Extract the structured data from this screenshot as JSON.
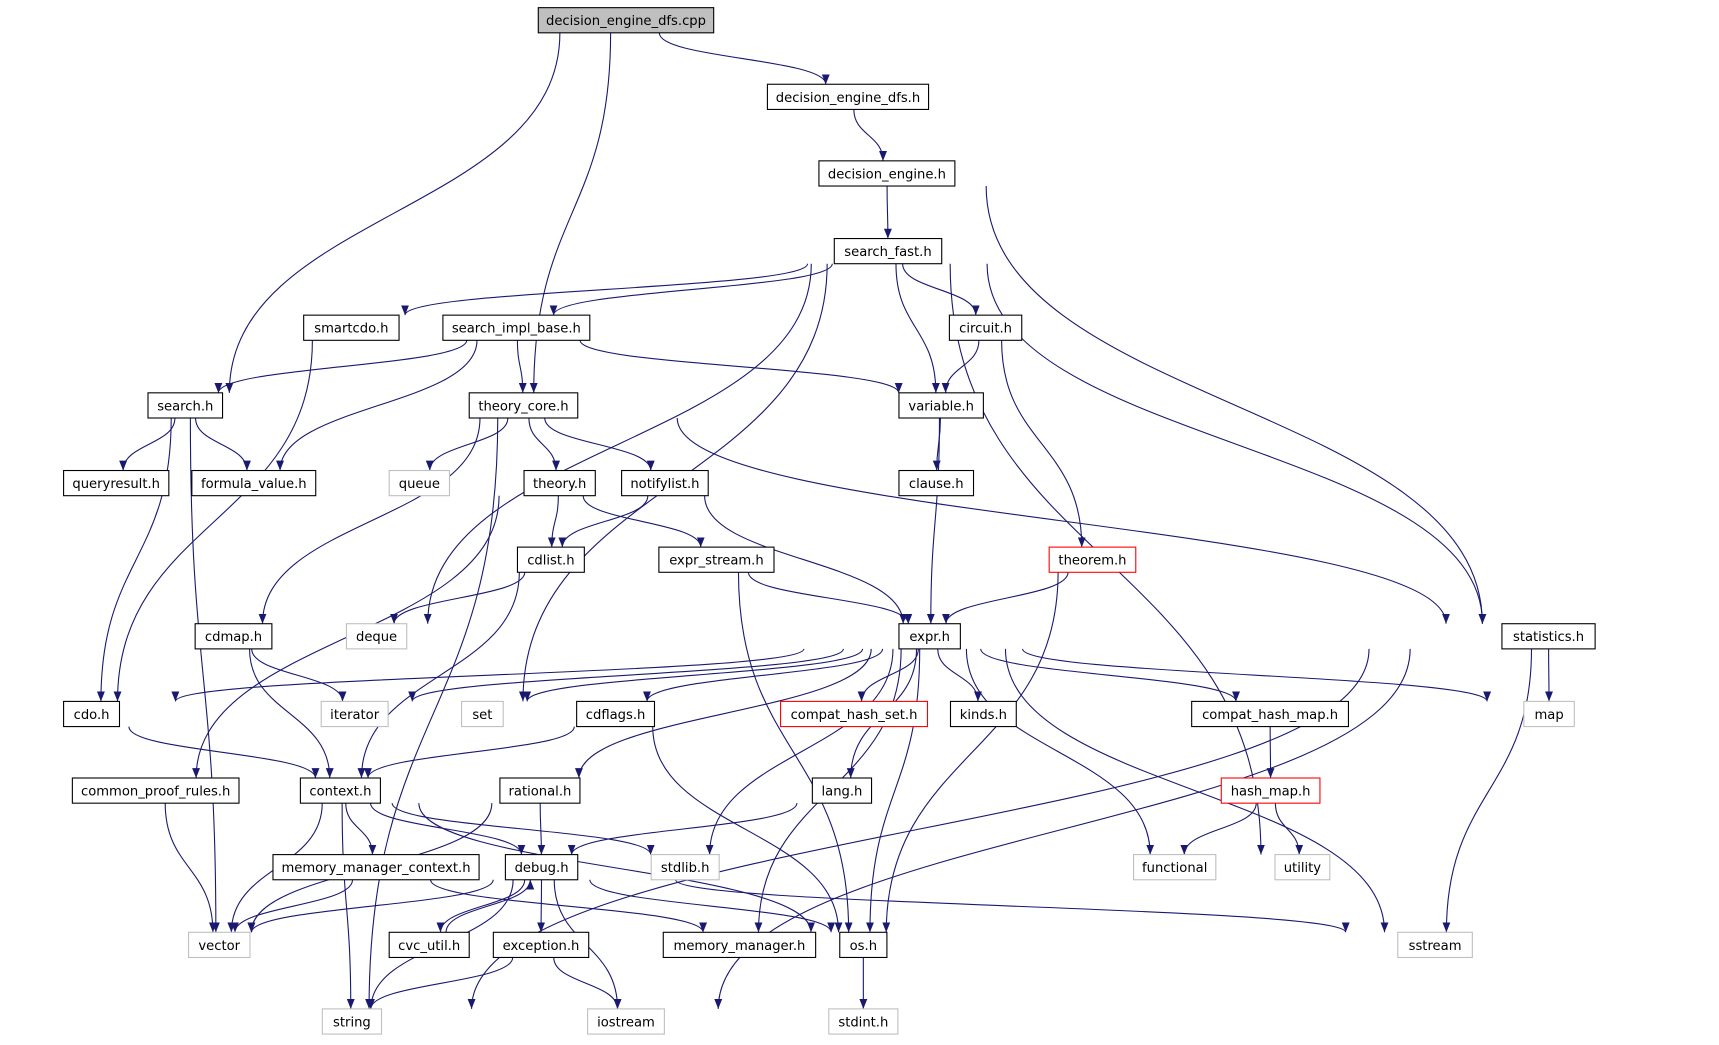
{
  "colors": {
    "edge": "#191970",
    "node_border": "#000000",
    "external_border": "#bfbfbf",
    "error_border": "#ff0000",
    "root_fill": "#bfbfbf"
  },
  "nodes": [
    {
      "id": "cpp",
      "label": "decision_engine_dfs.cpp",
      "kind": "root"
    },
    {
      "id": "dfsh",
      "label": "decision_engine_dfs.h",
      "kind": "file"
    },
    {
      "id": "de",
      "label": "decision_engine.h",
      "kind": "file"
    },
    {
      "id": "sf",
      "label": "search_fast.h",
      "kind": "file"
    },
    {
      "id": "smartcdo",
      "label": "smartcdo.h",
      "kind": "file"
    },
    {
      "id": "sib",
      "label": "search_impl_base.h",
      "kind": "file"
    },
    {
      "id": "circuit",
      "label": "circuit.h",
      "kind": "file"
    },
    {
      "id": "search",
      "label": "search.h",
      "kind": "file"
    },
    {
      "id": "tc",
      "label": "theory_core.h",
      "kind": "file"
    },
    {
      "id": "variable",
      "label": "variable.h",
      "kind": "file"
    },
    {
      "id": "qr",
      "label": "queryresult.h",
      "kind": "file"
    },
    {
      "id": "fv",
      "label": "formula_value.h",
      "kind": "file"
    },
    {
      "id": "queue",
      "label": "queue",
      "kind": "external"
    },
    {
      "id": "theory",
      "label": "theory.h",
      "kind": "file"
    },
    {
      "id": "notify",
      "label": "notifylist.h",
      "kind": "file"
    },
    {
      "id": "clause",
      "label": "clause.h",
      "kind": "file"
    },
    {
      "id": "cdlist",
      "label": "cdlist.h",
      "kind": "file"
    },
    {
      "id": "es",
      "label": "expr_stream.h",
      "kind": "file"
    },
    {
      "id": "theorem",
      "label": "theorem.h",
      "kind": "error"
    },
    {
      "id": "deque",
      "label": "deque",
      "kind": "external"
    },
    {
      "id": "cdmap",
      "label": "cdmap.h",
      "kind": "file"
    },
    {
      "id": "expr",
      "label": "expr.h",
      "kind": "file"
    },
    {
      "id": "stats",
      "label": "statistics.h",
      "kind": "file"
    },
    {
      "id": "cdo",
      "label": "cdo.h",
      "kind": "file"
    },
    {
      "id": "iterator",
      "label": "iterator",
      "kind": "external"
    },
    {
      "id": "set",
      "label": "set",
      "kind": "external"
    },
    {
      "id": "cdflags",
      "label": "cdflags.h",
      "kind": "file"
    },
    {
      "id": "chs",
      "label": "compat_hash_set.h",
      "kind": "error"
    },
    {
      "id": "kinds",
      "label": "kinds.h",
      "kind": "file"
    },
    {
      "id": "chm",
      "label": "compat_hash_map.h",
      "kind": "file"
    },
    {
      "id": "map",
      "label": "map",
      "kind": "external"
    },
    {
      "id": "cpr",
      "label": "common_proof_rules.h",
      "kind": "file"
    },
    {
      "id": "context",
      "label": "context.h",
      "kind": "file"
    },
    {
      "id": "rational",
      "label": "rational.h",
      "kind": "file"
    },
    {
      "id": "lang",
      "label": "lang.h",
      "kind": "file"
    },
    {
      "id": "hashmap",
      "label": "hash_map.h",
      "kind": "error"
    },
    {
      "id": "mmc",
      "label": "memory_manager_context.h",
      "kind": "file"
    },
    {
      "id": "debug",
      "label": "debug.h",
      "kind": "file"
    },
    {
      "id": "stdlib",
      "label": "stdlib.h",
      "kind": "external"
    },
    {
      "id": "functional",
      "label": "functional",
      "kind": "external"
    },
    {
      "id": "utility",
      "label": "utility",
      "kind": "external"
    },
    {
      "id": "vector",
      "label": "vector",
      "kind": "external"
    },
    {
      "id": "cvcutil",
      "label": "cvc_util.h",
      "kind": "file"
    },
    {
      "id": "exception",
      "label": "exception.h",
      "kind": "file"
    },
    {
      "id": "mm",
      "label": "memory_manager.h",
      "kind": "file"
    },
    {
      "id": "os",
      "label": "os.h",
      "kind": "file"
    },
    {
      "id": "sstream",
      "label": "sstream",
      "kind": "external"
    },
    {
      "id": "string",
      "label": "string",
      "kind": "external"
    },
    {
      "id": "iostream",
      "label": "iostream",
      "kind": "external"
    },
    {
      "id": "stdint",
      "label": "stdint.h",
      "kind": "external"
    }
  ],
  "edges": [
    [
      "cpp",
      "dfsh"
    ],
    [
      "cpp",
      "search"
    ],
    [
      "cpp",
      "tc"
    ],
    [
      "dfsh",
      "de"
    ],
    [
      "de",
      "sf"
    ],
    [
      "de",
      "stats"
    ],
    [
      "sf",
      "smartcdo"
    ],
    [
      "sf",
      "sib"
    ],
    [
      "sf",
      "circuit"
    ],
    [
      "sf",
      "variable"
    ],
    [
      "sf",
      "stats"
    ],
    [
      "sf",
      "utility"
    ],
    [
      "sf",
      "deque"
    ],
    [
      "sf",
      "set"
    ],
    [
      "smartcdo",
      "cdo"
    ],
    [
      "sib",
      "search"
    ],
    [
      "sib",
      "tc"
    ],
    [
      "sib",
      "variable"
    ],
    [
      "sib",
      "fv"
    ],
    [
      "search",
      "qr"
    ],
    [
      "search",
      "fv"
    ],
    [
      "search",
      "cdo"
    ],
    [
      "search",
      "vector"
    ],
    [
      "circuit",
      "variable"
    ],
    [
      "circuit",
      "theorem"
    ],
    [
      "variable",
      "clause"
    ],
    [
      "variable",
      "expr"
    ],
    [
      "tc",
      "queue"
    ],
    [
      "tc",
      "theory"
    ],
    [
      "tc",
      "notify"
    ],
    [
      "tc",
      "stats"
    ],
    [
      "tc",
      "cdmap"
    ],
    [
      "tc",
      "string"
    ],
    [
      "theory",
      "cdlist"
    ],
    [
      "theory",
      "es"
    ],
    [
      "theory",
      "cpr"
    ],
    [
      "notify",
      "cdlist"
    ],
    [
      "notify",
      "expr"
    ],
    [
      "cdlist",
      "deque"
    ],
    [
      "cdlist",
      "context"
    ],
    [
      "es",
      "expr"
    ],
    [
      "es",
      "os"
    ],
    [
      "theorem",
      "expr"
    ],
    [
      "theorem",
      "os"
    ],
    [
      "cdmap",
      "iterator"
    ],
    [
      "cdmap",
      "context"
    ],
    [
      "expr",
      "cdo"
    ],
    [
      "expr",
      "iterator"
    ],
    [
      "expr",
      "set"
    ],
    [
      "expr",
      "cdflags"
    ],
    [
      "expr",
      "chs"
    ],
    [
      "expr",
      "kinds"
    ],
    [
      "expr",
      "chm"
    ],
    [
      "expr",
      "map"
    ],
    [
      "expr",
      "rational"
    ],
    [
      "expr",
      "stdlib"
    ],
    [
      "expr",
      "os"
    ],
    [
      "expr",
      "lang"
    ],
    [
      "expr",
      "mm"
    ],
    [
      "expr",
      "functional"
    ],
    [
      "expr",
      "sstream"
    ],
    [
      "stats",
      "map"
    ],
    [
      "stats",
      "sstream"
    ],
    [
      "stats",
      "string"
    ],
    [
      "stats",
      "iostream"
    ],
    [
      "cdo",
      "context"
    ],
    [
      "chm",
      "hashmap"
    ],
    [
      "hashmap",
      "functional"
    ],
    [
      "hashmap",
      "utility"
    ],
    [
      "cdflags",
      "context"
    ],
    [
      "cdflags",
      "os"
    ],
    [
      "cpr",
      "vector"
    ],
    [
      "context",
      "mmc"
    ],
    [
      "context",
      "debug"
    ],
    [
      "context",
      "stdlib"
    ],
    [
      "context",
      "os"
    ],
    [
      "context",
      "vector"
    ],
    [
      "context",
      "string"
    ],
    [
      "rational",
      "debug"
    ],
    [
      "rational",
      "vector"
    ],
    [
      "lang",
      "debug"
    ],
    [
      "mmc",
      "vector"
    ],
    [
      "mmc",
      "mm"
    ],
    [
      "debug",
      "vector"
    ],
    [
      "debug",
      "cvcutil"
    ],
    [
      "debug",
      "exception"
    ],
    [
      "debug",
      "os"
    ],
    [
      "debug",
      "string"
    ],
    [
      "debug",
      "iostream"
    ],
    [
      "debug",
      "sstream"
    ],
    [
      "cvcutil",
      "debug"
    ],
    [
      "exception",
      "string"
    ],
    [
      "exception",
      "iostream"
    ],
    [
      "os",
      "stdint"
    ]
  ]
}
